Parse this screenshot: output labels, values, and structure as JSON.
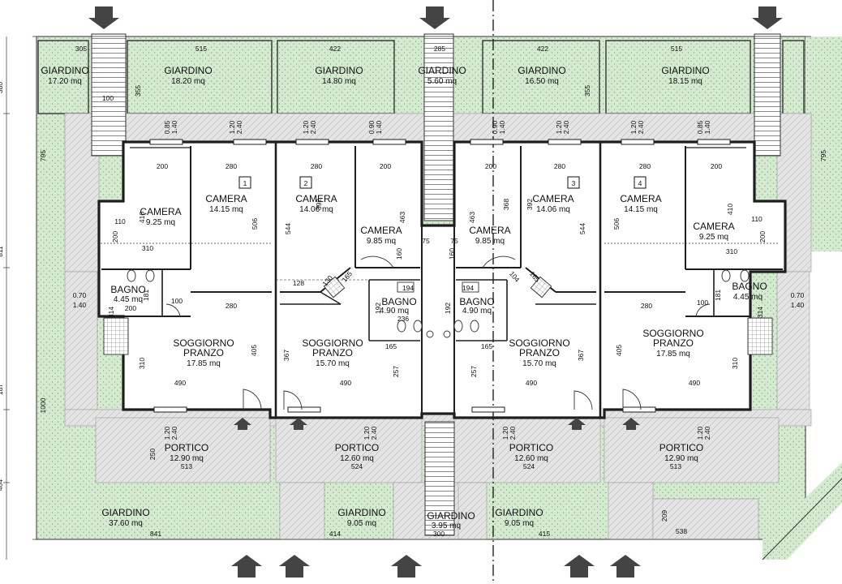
{
  "colors": {
    "garden": "#d5ead1",
    "paving": "#e3e3e3",
    "wall": "#1e1e1e",
    "paper": "#ffffff",
    "arrow": "#444444"
  },
  "gardens_top": [
    {
      "name": "GIARDINO",
      "area": "17.20 mq",
      "dim": "305"
    },
    {
      "name": "GIARDINO",
      "area": "18.20 mq",
      "dim": "515"
    },
    {
      "name": "GIARDINO",
      "area": "14.80 mq",
      "dim": "422"
    },
    {
      "name": "GIARDINO",
      "area": "5.60 mq",
      "dim": "285"
    },
    {
      "name": "GIARDINO",
      "area": "16.50 mq",
      "dim": "422"
    },
    {
      "name": "GIARDINO",
      "area": "18.15 mq",
      "dim": "515"
    }
  ],
  "gardens_bottom": [
    {
      "name": "GIARDINO",
      "area": "37.60 mq",
      "dim": "841"
    },
    {
      "name": "GIARDINO",
      "area": "9.05 mq",
      "dim": "414"
    },
    {
      "name": "GIARDINO",
      "area": "3.95 mq",
      "dim": "300"
    },
    {
      "name": "GIARDINO",
      "area": "9.05 mq",
      "dim": "415"
    },
    {
      "dim": "538"
    }
  ],
  "units": [
    {
      "number": "1",
      "camera_a": {
        "name": "CAMERA",
        "area": "9.25 mq"
      },
      "camera_b": {
        "name": "CAMERA",
        "area": "14.15 mq"
      },
      "bagno": {
        "name": "BAGNO",
        "area": "4.45 mq"
      },
      "soggiorno": {
        "line1": "SOGGIORNO",
        "line2": "PRANZO",
        "area": "17.85 mq"
      },
      "portico": {
        "name": "PORTICO",
        "area": "12.90 mq",
        "dim": "513"
      }
    },
    {
      "number": "2",
      "camera_a": {
        "name": "CAMERA",
        "area": "14.06 mq"
      },
      "camera_b": {
        "name": "CAMERA",
        "area": "9.85 mq"
      },
      "bagno": {
        "name": "BAGNO",
        "area": "4.90 mq"
      },
      "soggiorno": {
        "line1": "SOGGIORNO",
        "line2": "PRANZO",
        "area": "15.70 mq"
      },
      "portico": {
        "name": "PORTICO",
        "area": "12.60 mq",
        "dim": "524"
      }
    },
    {
      "number": "3",
      "camera_a": {
        "name": "CAMERA",
        "area": "9.85 mq"
      },
      "camera_b": {
        "name": "CAMERA",
        "area": "14.06 mq"
      },
      "bagno": {
        "name": "BAGNO",
        "area": "4.90 mq"
      },
      "soggiorno": {
        "line1": "SOGGIORNO",
        "line2": "PRANZO",
        "area": "15.70 mq"
      },
      "portico": {
        "name": "PORTICO",
        "area": "12.60 mq",
        "dim": "524"
      }
    },
    {
      "number": "4",
      "camera_a": {
        "name": "CAMERA",
        "area": "14.15 mq"
      },
      "camera_b": {
        "name": "CAMERA",
        "area": "9.25 mq"
      },
      "bagno": {
        "name": "BAGNO",
        "area": "4.45 mq"
      },
      "soggiorno": {
        "line1": "SOGGIORNO",
        "line2": "PRANZO",
        "area": "17.85 mq"
      },
      "portico": {
        "name": "PORTICO",
        "area": "12.90 mq",
        "dim": "513"
      }
    }
  ],
  "dims": {
    "d200": "200",
    "d280": "280",
    "d110": "110",
    "d310": "310",
    "d410": "410",
    "d506": "506",
    "d544": "544",
    "d392": "392",
    "d463": "463",
    "d368": "368",
    "d160": "160",
    "d75": "75",
    "d128": "128",
    "d165": "165",
    "d130": "130",
    "d104": "104",
    "d194": "194",
    "d192": "192",
    "d236": "236",
    "d181": "181",
    "d314": "314",
    "d100": "100",
    "d405": "405",
    "d367": "367",
    "d257": "257",
    "d490": "490",
    "d250": "250",
    "d209": "209",
    "d355": "355",
    "d795": "795",
    "d1000": "1000",
    "d380": "380",
    "d811": "811",
    "d187": "187",
    "d404": "404",
    "h120": "1.20",
    "h240": "2.40",
    "h085": "0.85",
    "h140": "1.40",
    "h090": "0.90",
    "h070": "0.70"
  }
}
